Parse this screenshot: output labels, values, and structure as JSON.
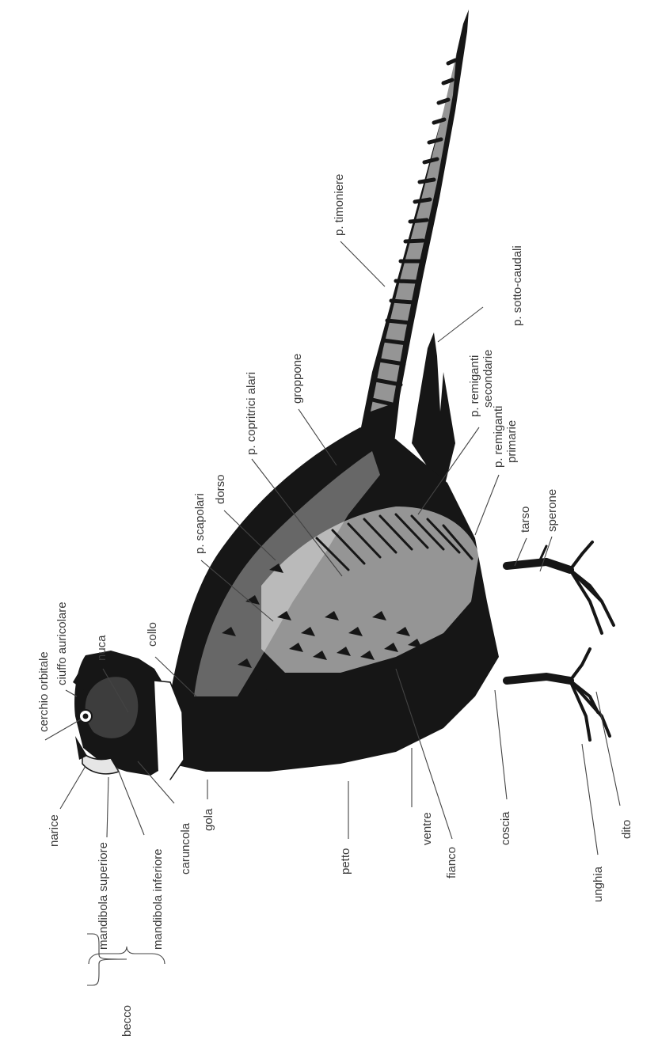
{
  "labels": {
    "cerchio_orbitale": "cerchio orbitale",
    "ciuffo_auricolare": "ciuffo auricolare",
    "nuca": "nuca",
    "collo": "collo",
    "p_scapolari": "p. scapolari",
    "dorso": "dorso",
    "p_copritrici_alari": "p. copritrici alari",
    "groppone": "groppone",
    "p_timoniere": "p. timoniere",
    "p_sotto_caudali": "p. sotto-caudali",
    "p_remiganti_secondarie_1": "p. remiganti",
    "p_remiganti_secondarie_2": "secondarie",
    "p_remiganti_primarie_1": "p. remiganti",
    "p_remiganti_primarie_2": "primarie",
    "tarso": "tarso",
    "sperone": "sperone",
    "dito": "dito",
    "unghia": "unghia",
    "coscia": "coscia",
    "fianco": "fianco",
    "ventre": "ventre",
    "petto": "petto",
    "gola": "gola",
    "caruncola": "caruncola",
    "mandibola_inferiore": "mandibola inferiore",
    "mandibola_superiore": "mandibola superiore",
    "narice": "narice",
    "becco": "becco"
  }
}
